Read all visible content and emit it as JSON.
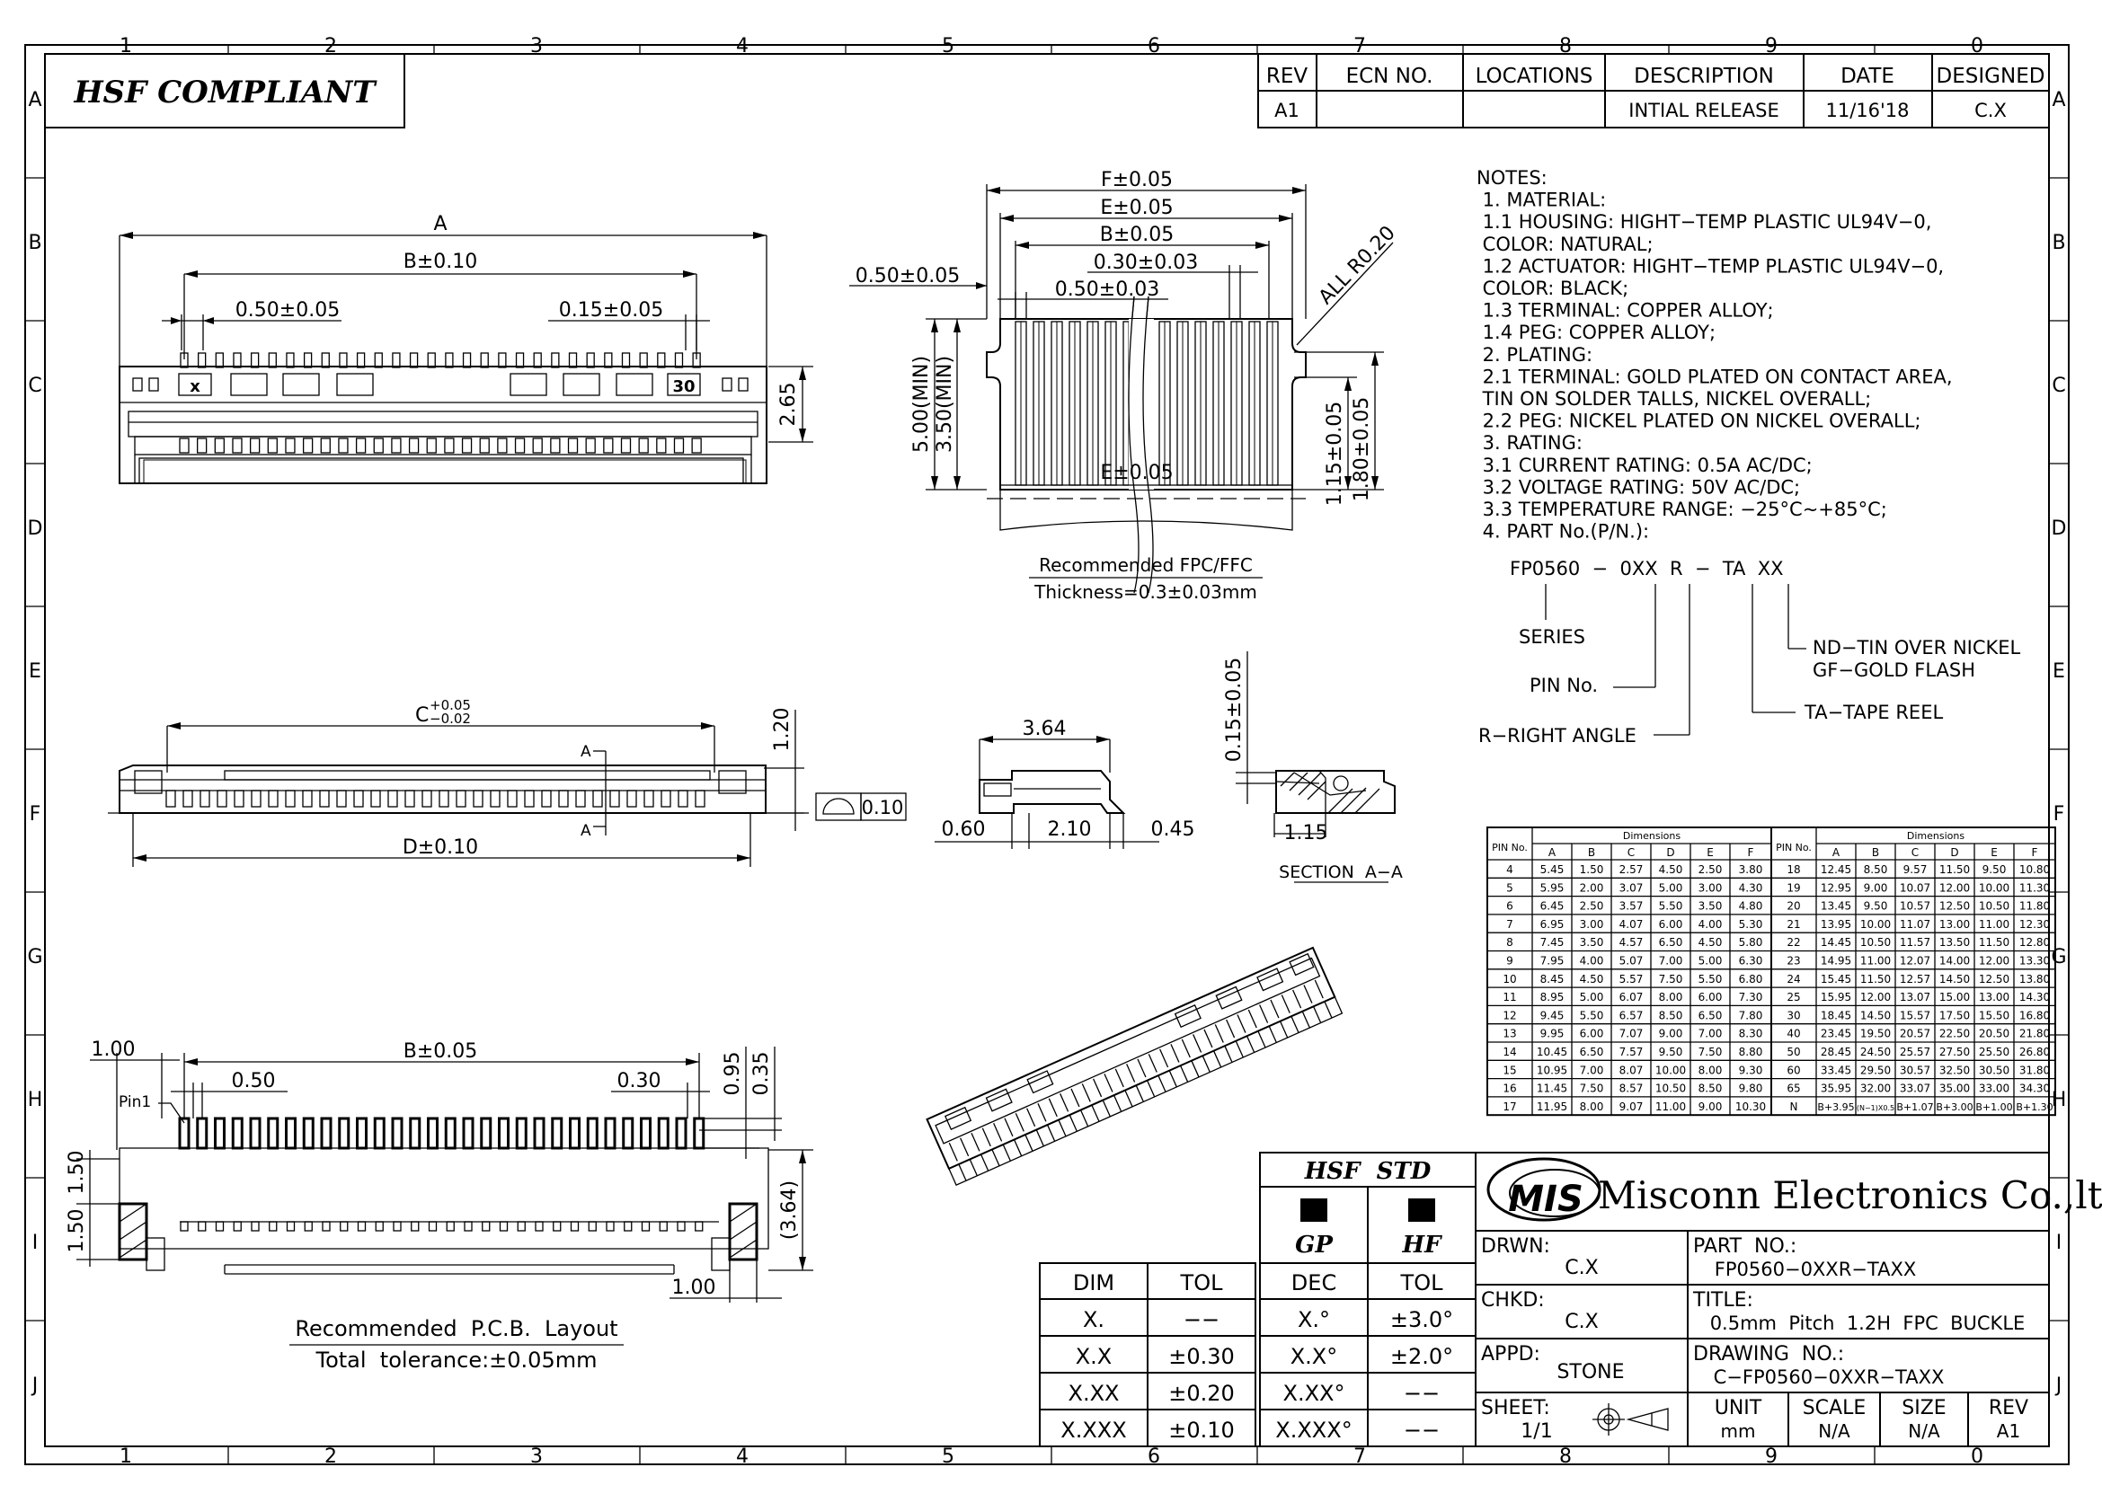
{
  "zones": {
    "cols_top": [
      "1",
      "2",
      "3",
      "4",
      "5",
      "6",
      "7",
      "8",
      "9",
      "0"
    ],
    "cols_bottom": [
      "1",
      "2",
      "3",
      "4",
      "5",
      "6",
      "7",
      "8",
      "9",
      "0"
    ],
    "rows": [
      "A",
      "B",
      "C",
      "D",
      "E",
      "F",
      "G",
      "H",
      "I",
      "J"
    ]
  },
  "compliance_title": "HSF  COMPLIANT",
  "revision": {
    "headers": [
      "REV",
      "ECN NO.",
      "LOCATIONS",
      "DESCRIPTION",
      "DATE",
      "DESIGNED"
    ],
    "row": [
      "A1",
      "",
      "",
      "INTIAL RELEASE",
      "11/16'18",
      "C.X"
    ]
  },
  "top_view": {
    "dim_a": "A",
    "dim_b": "B±0.10",
    "pitch": "0.50±0.05",
    "tol": "0.15±0.05",
    "height": "2.65",
    "pin_first": "x",
    "pin_last": "30"
  },
  "fpc": {
    "f": "F±0.05",
    "e": "E±0.05",
    "b": "B±0.05",
    "w030": "0.30±0.03",
    "w050a": "0.50±0.03",
    "w050b": "0.50±0.05",
    "radius": "ALL R0.20",
    "min500": "5.00(MIN)",
    "min350": "3.50(MIN)",
    "h115": "1.15±0.05",
    "h180": "1.80±0.05",
    "e_lower": "E±0.05",
    "caption1": "Recommended FPC/FFC",
    "caption2": "Thickness=0.3±0.03mm"
  },
  "side_view": {
    "c_main": "C",
    "c_plus": "+0.05",
    "c_minus": "−0.02",
    "h120": "1.20",
    "sec_a_top": "A",
    "sec_a_bot": "A",
    "d": "D±0.10",
    "flat": "0.10"
  },
  "profile": {
    "w364": "3.64",
    "w060": "0.60",
    "w210": "2.10",
    "w045": "0.45"
  },
  "section": {
    "h015": "0.15±0.05",
    "w115": "1.15",
    "label": "SECTION  A−A"
  },
  "pcb": {
    "w100a": "1.00",
    "b": "B±0.05",
    "p050": "0.50",
    "p030": "0.30",
    "h095": "0.95",
    "h035": "0.35",
    "pin1": "Pin1",
    "v150a": "1.50",
    "v150b": "1.50",
    "h364": "(3.64)",
    "w100b": "1.00",
    "caption1": "Recommended  P.C.B.  Layout",
    "caption2": "Total  tolerance:±0.05mm"
  },
  "notes": {
    "lines": [
      "NOTES:",
      "  1. MATERIAL:",
      "     1.1 HOUSING:  HIGHT−TEMP  PLASTIC  UL94V−0,",
      "               COLOR:  NATURAL;",
      "     1.2 ACTUATOR:  HIGHT−TEMP  PLASTIC  UL94V−0,",
      "                 COLOR:  BLACK;",
      "     1.3 TERMINAL:  COPPER  ALLOY;",
      "     1.4 PEG:  COPPER  ALLOY;",
      "  2. PLATING:",
      "     2.1 TERMINAL:  GOLD  PLATED  ON  CONTACT  AREA,",
      "               TIN  ON  SOLDER  TALLS,  NICKEL  OVERALL;",
      "     2.2 PEG:  NICKEL  PLATED  ON  NICKEL  OVERALL;",
      "  3. RATING:",
      "     3.1 CURRENT  RATING:  0.5A  AC/DC;",
      "     3.2 VOLTAGE  RATING:  50V  AC/DC;",
      "     3.3 TEMPERATURE  RANGE:  −25°C~+85°C;",
      "  4. PART  No.(P/N.):"
    ],
    "pn": "FP0560  −  0XX  R  −  TA  XX",
    "series": "SERIES",
    "pin_no": "PIN  No.",
    "right_angle": "R−RIGHT  ANGLE",
    "tape": "TA−TAPE  REEL",
    "nd": "ND−TIN  OVER  NICKEL",
    "gf": "GF−GOLD  FLASH"
  },
  "dim_table": {
    "pin_header": "PIN No.",
    "dim_header": "Dimensions",
    "cols": [
      "A",
      "B",
      "C",
      "D",
      "E",
      "F"
    ],
    "left": [
      [
        "4",
        "5.45",
        "1.50",
        "2.57",
        "4.50",
        "2.50",
        "3.80"
      ],
      [
        "5",
        "5.95",
        "2.00",
        "3.07",
        "5.00",
        "3.00",
        "4.30"
      ],
      [
        "6",
        "6.45",
        "2.50",
        "3.57",
        "5.50",
        "3.50",
        "4.80"
      ],
      [
        "7",
        "6.95",
        "3.00",
        "4.07",
        "6.00",
        "4.00",
        "5.30"
      ],
      [
        "8",
        "7.45",
        "3.50",
        "4.57",
        "6.50",
        "4.50",
        "5.80"
      ],
      [
        "9",
        "7.95",
        "4.00",
        "5.07",
        "7.00",
        "5.00",
        "6.30"
      ],
      [
        "10",
        "8.45",
        "4.50",
        "5.57",
        "7.50",
        "5.50",
        "6.80"
      ],
      [
        "11",
        "8.95",
        "5.00",
        "6.07",
        "8.00",
        "6.00",
        "7.30"
      ],
      [
        "12",
        "9.45",
        "5.50",
        "6.57",
        "8.50",
        "6.50",
        "7.80"
      ],
      [
        "13",
        "9.95",
        "6.00",
        "7.07",
        "9.00",
        "7.00",
        "8.30"
      ],
      [
        "14",
        "10.45",
        "6.50",
        "7.57",
        "9.50",
        "7.50",
        "8.80"
      ],
      [
        "15",
        "10.95",
        "7.00",
        "8.07",
        "10.00",
        "8.00",
        "9.30"
      ],
      [
        "16",
        "11.45",
        "7.50",
        "8.57",
        "10.50",
        "8.50",
        "9.80"
      ],
      [
        "17",
        "11.95",
        "8.00",
        "9.07",
        "11.00",
        "9.00",
        "10.30"
      ]
    ],
    "right": [
      [
        "18",
        "12.45",
        "8.50",
        "9.57",
        "11.50",
        "9.50",
        "10.80"
      ],
      [
        "19",
        "12.95",
        "9.00",
        "10.07",
        "12.00",
        "10.00",
        "11.30"
      ],
      [
        "20",
        "13.45",
        "9.50",
        "10.57",
        "12.50",
        "10.50",
        "11.80"
      ],
      [
        "21",
        "13.95",
        "10.00",
        "11.07",
        "13.00",
        "11.00",
        "12.30"
      ],
      [
        "22",
        "14.45",
        "10.50",
        "11.57",
        "13.50",
        "11.50",
        "12.80"
      ],
      [
        "23",
        "14.95",
        "11.00",
        "12.07",
        "14.00",
        "12.00",
        "13.30"
      ],
      [
        "24",
        "15.45",
        "11.50",
        "12.57",
        "14.50",
        "12.50",
        "13.80"
      ],
      [
        "25",
        "15.95",
        "12.00",
        "13.07",
        "15.00",
        "13.00",
        "14.30"
      ],
      [
        "30",
        "18.45",
        "14.50",
        "15.57",
        "17.50",
        "15.50",
        "16.80"
      ],
      [
        "40",
        "23.45",
        "19.50",
        "20.57",
        "22.50",
        "20.50",
        "21.80"
      ],
      [
        "50",
        "28.45",
        "24.50",
        "25.57",
        "27.50",
        "25.50",
        "26.80"
      ],
      [
        "60",
        "33.45",
        "29.50",
        "30.57",
        "32.50",
        "30.50",
        "31.80"
      ],
      [
        "65",
        "35.95",
        "32.00",
        "33.07",
        "35.00",
        "33.00",
        "34.30"
      ],
      [
        "N",
        "B+3.95",
        "(N−1)X0.5",
        "B+1.07",
        "B+3.00",
        "B+1.00",
        "B+1.30"
      ]
    ]
  },
  "tolerance": {
    "headers": [
      "DIM",
      "TOL"
    ],
    "rows": [
      [
        "X.",
        "−−"
      ],
      [
        "X.X",
        "±0.30"
      ],
      [
        "X.XX",
        "±0.20"
      ],
      [
        "X.XXX",
        "±0.10"
      ]
    ]
  },
  "hsf_std": {
    "title": "HSF  STD",
    "gp": "GP",
    "hf": "HF",
    "headers": [
      "DEC",
      "TOL"
    ],
    "rows": [
      [
        "X.°",
        "±3.0°"
      ],
      [
        "X.X°",
        "±2.0°"
      ],
      [
        "X.XX°",
        "−−"
      ],
      [
        "X.XXX°",
        "−−"
      ]
    ]
  },
  "title_block": {
    "logo": "MIS",
    "company": "Misconn Electronics Co.,ltd.",
    "drwn_label": "DRWN:",
    "drwn": "C.X",
    "part_label": "PART  NO.:",
    "part": "FP0560−0XXR−TAXX",
    "chkd_label": "CHKD:",
    "chkd": "C.X",
    "title_label": "TITLE:",
    "title": "0.5mm  Pitch  1.2H  FPC  BUCKLE",
    "appd_label": "APPD:",
    "appd": "STONE",
    "dwg_label": "DRAWING  NO.:",
    "dwg": "C−FP0560−0XXR−TAXX",
    "sheet_label": "SHEET:",
    "sheet": "1/1",
    "unit_label": "UNIT",
    "unit": "mm",
    "scale_label": "SCALE",
    "scale": "N/A",
    "size_label": "SIZE",
    "size": "N/A",
    "rev_label": "REV",
    "rev": "A1"
  }
}
